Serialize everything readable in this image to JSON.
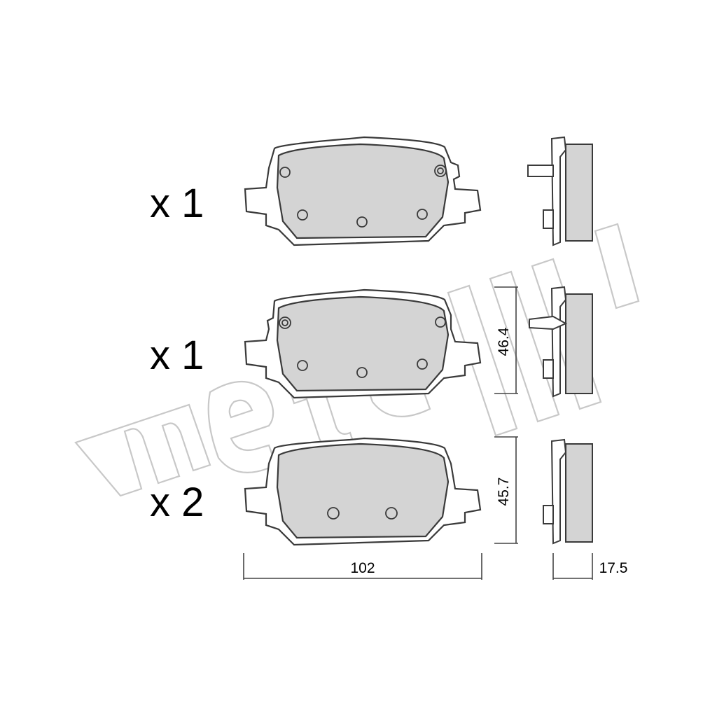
{
  "pads": [
    {
      "quantity": "x 1"
    },
    {
      "quantity": "x 1"
    },
    {
      "quantity": "x 2"
    }
  ],
  "dimensions": {
    "width": "102",
    "height_1": "46.4",
    "height_2": "45.7",
    "thickness": "17.5"
  },
  "watermark": {
    "brand": "metelli"
  },
  "colors": {
    "lining": "#d4d4d4",
    "outline": "#3a3a3a",
    "watermark": "#c8c8c8"
  }
}
